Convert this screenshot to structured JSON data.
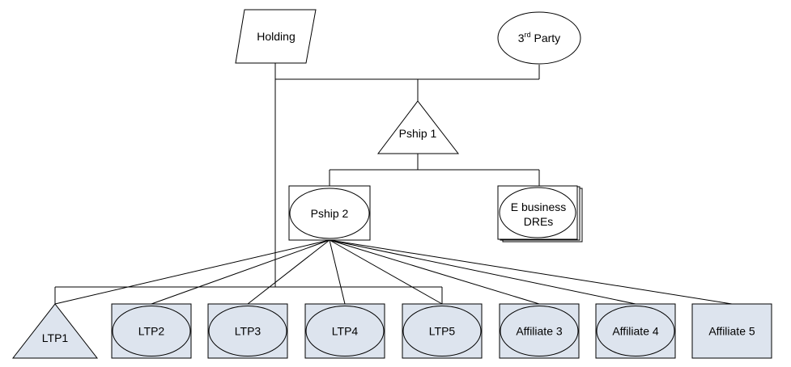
{
  "nodes": {
    "holding": {
      "label": "Holding"
    },
    "third_party": {
      "label_base": "3",
      "label_sup": "rd",
      "label_rest": " Party"
    },
    "pship1": {
      "label": "Pship 1"
    },
    "pship2": {
      "label": "Pship 2"
    },
    "ebusiness": {
      "line1": "E business",
      "line2": "DREs"
    },
    "bottom": [
      {
        "label": "LTP1",
        "shape": "triangle"
      },
      {
        "label": "LTP2",
        "shape": "box-ellipse"
      },
      {
        "label": "LTP3",
        "shape": "box-ellipse"
      },
      {
        "label": "LTP4",
        "shape": "box-ellipse"
      },
      {
        "label": "LTP5",
        "shape": "box-ellipse"
      },
      {
        "label": "Affiliate 3",
        "shape": "box-ellipse"
      },
      {
        "label": "Affiliate 4",
        "shape": "box-ellipse"
      },
      {
        "label": "Affiliate 5",
        "shape": "box"
      }
    ]
  },
  "colors": {
    "node_fill": "#dde4ee",
    "line": "#000000",
    "background": "#ffffff"
  }
}
